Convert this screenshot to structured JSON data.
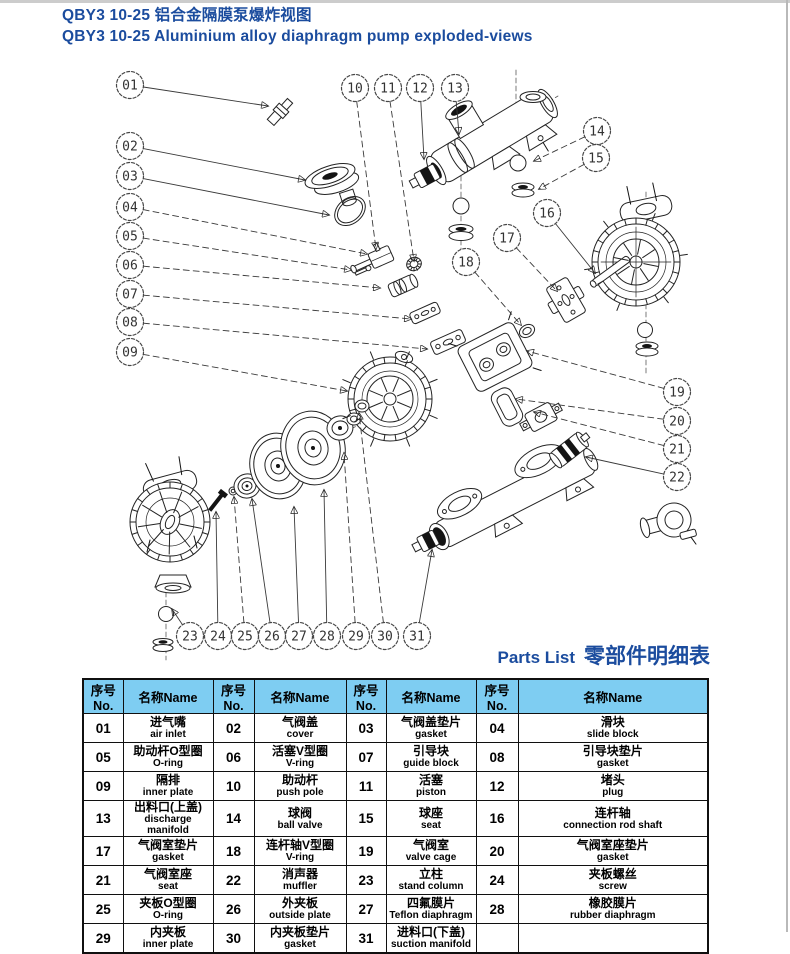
{
  "page": {
    "title_cn": "QBY3 10-25 铝合金隔膜泵爆炸视图",
    "title_en": "QBY3 10-25  Aluminium alloy diaphragm pump exploded-views",
    "accent_color": "#1b4c9e",
    "table_header_bg": "#7ecdf2",
    "line_color": "#232323"
  },
  "diagram": {
    "description": "exploded-view line drawing of diaphragm pump",
    "callouts": [
      "01",
      "02",
      "03",
      "04",
      "05",
      "06",
      "07",
      "08",
      "09",
      "10",
      "11",
      "12",
      "13",
      "14",
      "15",
      "16",
      "17",
      "18",
      "19",
      "20",
      "21",
      "22",
      "23",
      "24",
      "25",
      "26",
      "27",
      "28",
      "29",
      "30",
      "31"
    ]
  },
  "parts_list": {
    "heading_en": "Parts List",
    "heading_cn": "零部件明细表",
    "col_no": "序号No.",
    "col_name": "名称Name",
    "parts": [
      {
        "no": "01",
        "cn": "进气嘴",
        "en": "air inlet"
      },
      {
        "no": "02",
        "cn": "气阀盖",
        "en": "cover"
      },
      {
        "no": "03",
        "cn": "气阀盖垫片",
        "en": "gasket"
      },
      {
        "no": "04",
        "cn": "滑块",
        "en": "slide block"
      },
      {
        "no": "05",
        "cn": "助动杆O型圈",
        "en": "O-ring"
      },
      {
        "no": "06",
        "cn": "活塞V型圈",
        "en": "V-ring"
      },
      {
        "no": "07",
        "cn": "引导块",
        "en": "guide block"
      },
      {
        "no": "08",
        "cn": "引导块垫片",
        "en": "gasket"
      },
      {
        "no": "09",
        "cn": "隔排",
        "en": "inner plate"
      },
      {
        "no": "10",
        "cn": "助动杆",
        "en": "push pole"
      },
      {
        "no": "11",
        "cn": "活塞",
        "en": "piston"
      },
      {
        "no": "12",
        "cn": "堵头",
        "en": "plug"
      },
      {
        "no": "13",
        "cn": "出料口(上盖)",
        "en": "discharge manifold"
      },
      {
        "no": "14",
        "cn": "球阀",
        "en": "ball valve"
      },
      {
        "no": "15",
        "cn": "球座",
        "en": "seat"
      },
      {
        "no": "16",
        "cn": "连杆轴",
        "en": "connection rod shaft"
      },
      {
        "no": "17",
        "cn": "气阀室垫片",
        "en": "gasket"
      },
      {
        "no": "18",
        "cn": "连杆轴V型圈",
        "en": "V-ring"
      },
      {
        "no": "19",
        "cn": "气阀室",
        "en": "valve cage"
      },
      {
        "no": "20",
        "cn": "气阀室座垫片",
        "en": "gasket"
      },
      {
        "no": "21",
        "cn": "气阀室座",
        "en": "seat"
      },
      {
        "no": "22",
        "cn": "消声器",
        "en": "muffler"
      },
      {
        "no": "23",
        "cn": "立柱",
        "en": "stand column"
      },
      {
        "no": "24",
        "cn": "夹板螺丝",
        "en": "screw"
      },
      {
        "no": "25",
        "cn": "夹板O型圈",
        "en": "O-ring"
      },
      {
        "no": "26",
        "cn": "外夹板",
        "en": "outside plate"
      },
      {
        "no": "27",
        "cn": "四氟膜片",
        "en": "Teflon diaphragm"
      },
      {
        "no": "28",
        "cn": "橡胶膜片",
        "en": "rubber diaphragm"
      },
      {
        "no": "29",
        "cn": "内夹板",
        "en": "inner plate"
      },
      {
        "no": "30",
        "cn": "内夹板垫片",
        "en": "gasket"
      },
      {
        "no": "31",
        "cn": "进料口(下盖)",
        "en": "suction manifold"
      }
    ]
  }
}
